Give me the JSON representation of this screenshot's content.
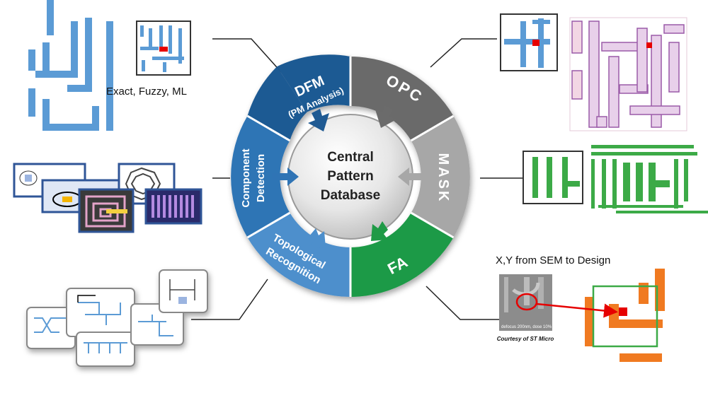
{
  "center": {
    "line1": "Central",
    "line2": "Pattern",
    "line3": "Database"
  },
  "segments": {
    "dfm": {
      "title": "DFM",
      "subtitle": "(PM Analysis)",
      "color": "#1f5a93"
    },
    "opc": {
      "title": "OPC",
      "color": "#6b6b6b"
    },
    "mask": {
      "title": "MASK",
      "color": "#a7a7a7"
    },
    "fa": {
      "title": "FA",
      "color": "#1f9a46"
    },
    "topological": {
      "line1": "Topological",
      "line2": "Recognition",
      "color": "#4d8fcc"
    },
    "component": {
      "line1": "Component",
      "line2": "Detection",
      "color": "#2f74b5"
    }
  },
  "captions": {
    "dfm_methods": "Exact, Fuzzy, ML",
    "fa_caption": "X,Y from SEM to Design",
    "sem_note": "defocus 200nm, dose 10%",
    "courtesy": "Courtesy of ST Micro"
  },
  "colors": {
    "pattern_blue": "#5b9bd5",
    "highlight_red": "#e60000",
    "green": "#3caa47",
    "orange": "#f07a21"
  }
}
